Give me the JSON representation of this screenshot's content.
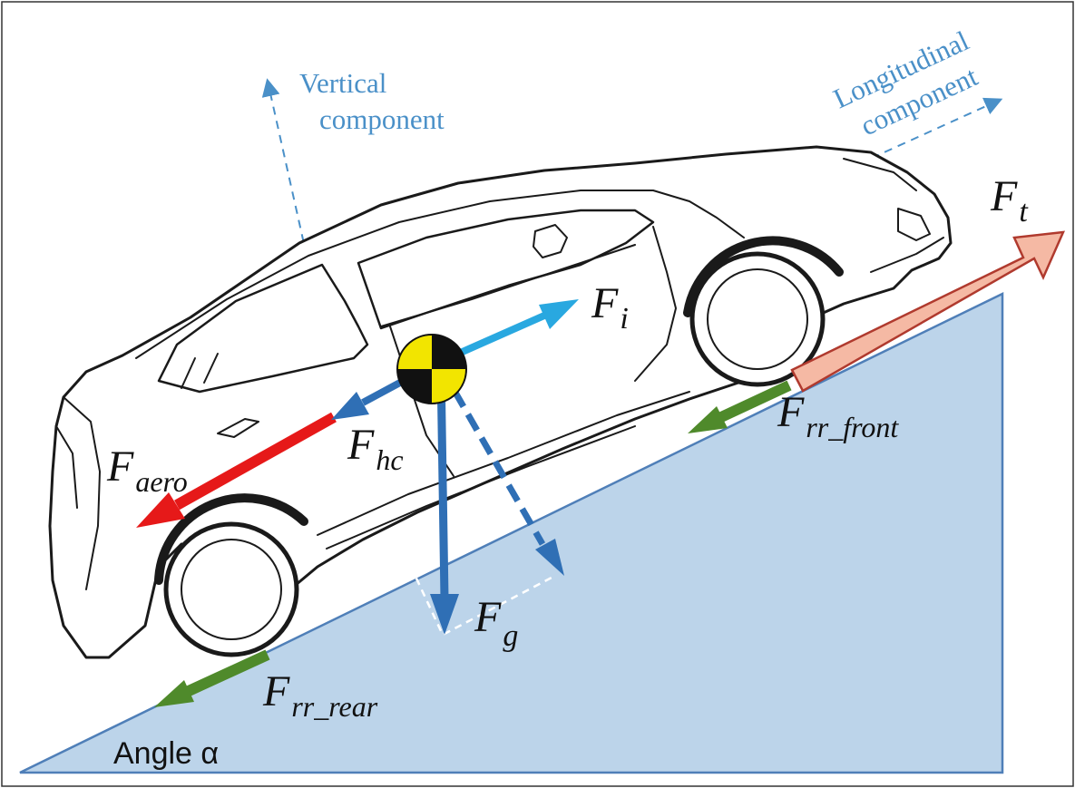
{
  "labels": {
    "vertical_l1": "Vertical",
    "vertical_l2": "component",
    "longitudinal_l1": "Longitudinal",
    "longitudinal_l2": "component",
    "angle": "Angle α"
  },
  "forces": {
    "ft": {
      "main": "F",
      "sub": "t"
    },
    "fi": {
      "main": "F",
      "sub": "i"
    },
    "fhc": {
      "main": "F",
      "sub": "hc"
    },
    "faero": {
      "main": "F",
      "sub": "aero"
    },
    "fg": {
      "main": "F",
      "sub": "g"
    },
    "frr_front": {
      "main": "F",
      "sub": "rr_front"
    },
    "frr_rear": {
      "main": "F",
      "sub": "rr_rear"
    }
  },
  "colors": {
    "slope_fill": "#bcd4ea",
    "slope_stroke": "#4f7fb8",
    "traction": "#f5b9a4",
    "traction_stroke": "#b03a2e",
    "aero": "#e61919",
    "inertia": "#29a8e0",
    "gravity": "#2f6fb5",
    "rolling": "#4f8a2b",
    "component_axes": "#4a90c8"
  }
}
